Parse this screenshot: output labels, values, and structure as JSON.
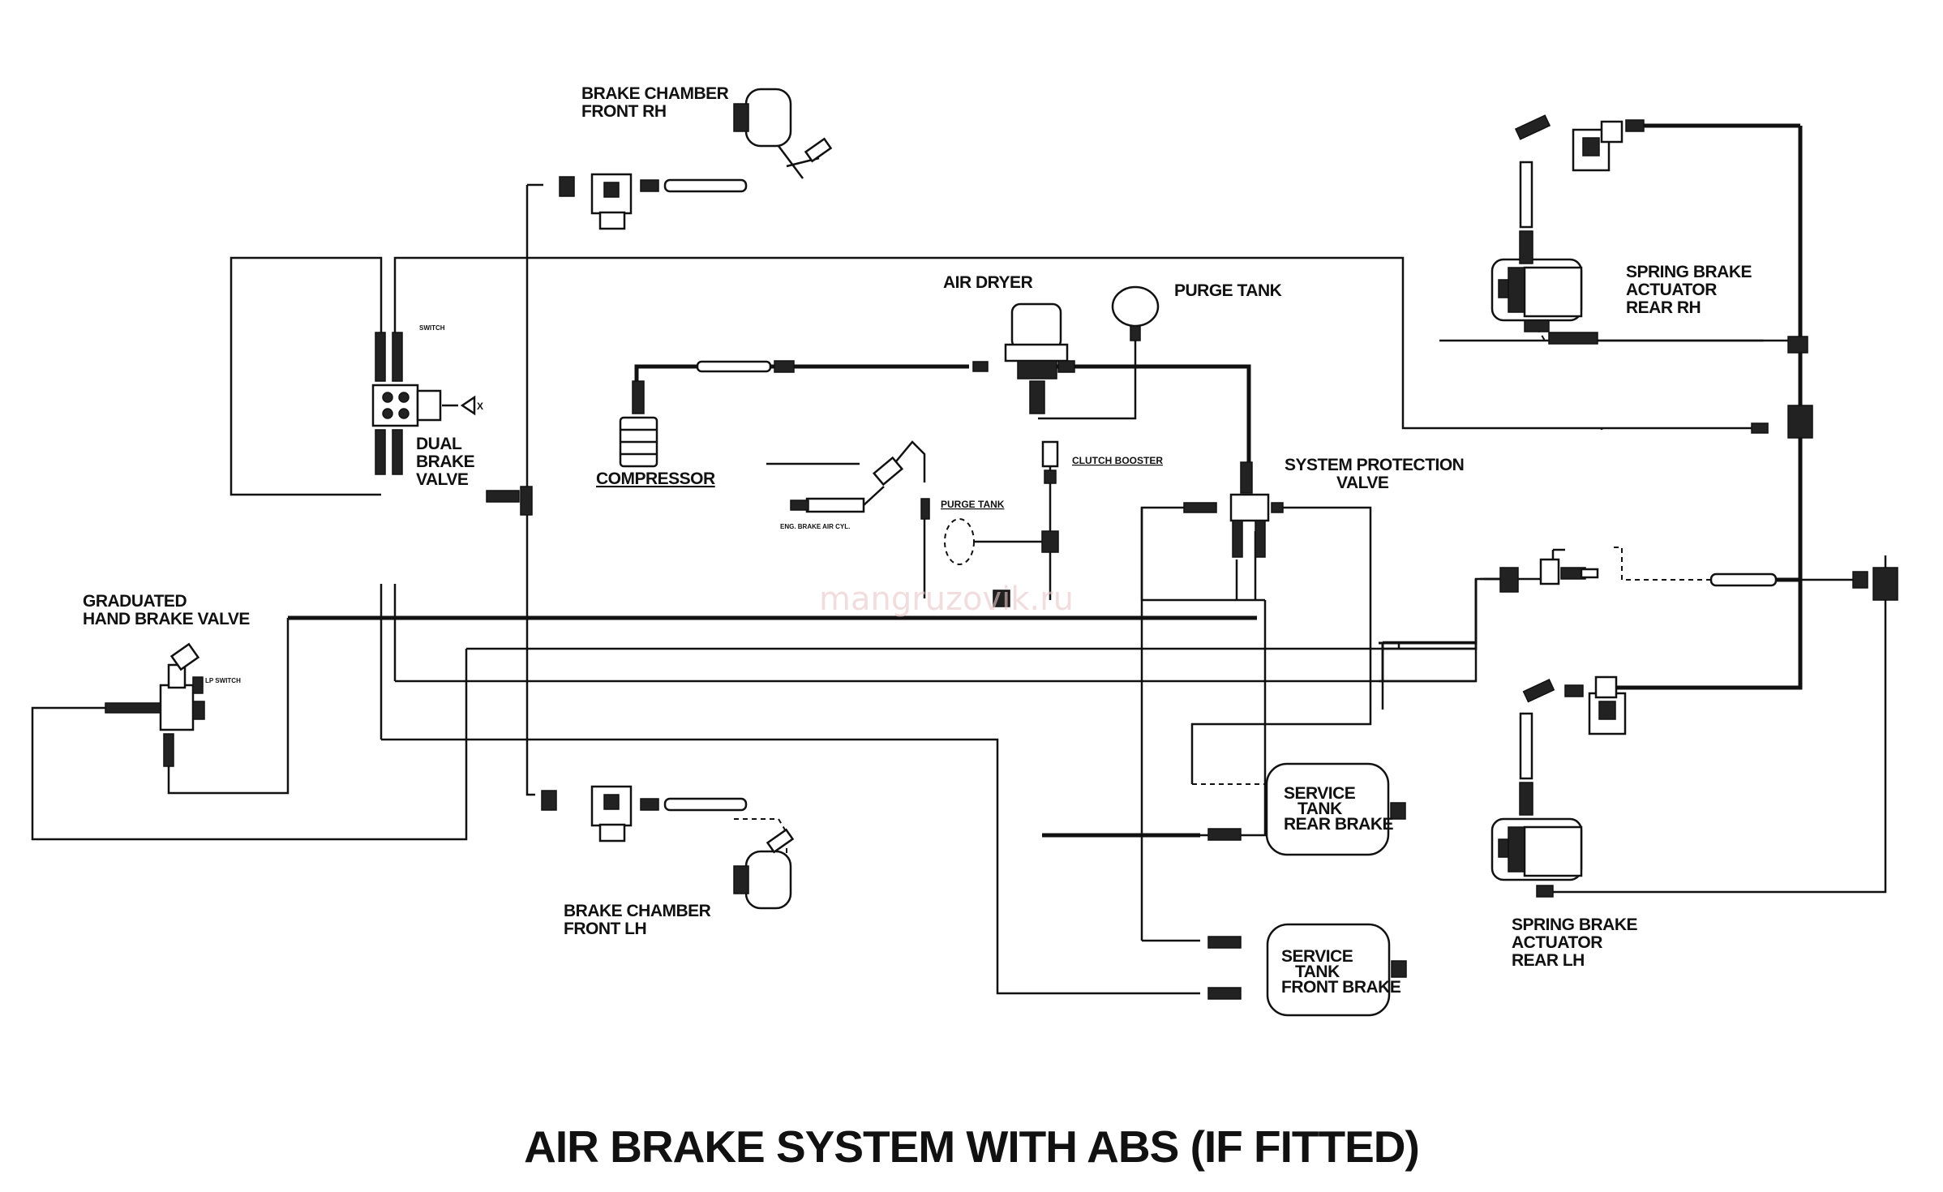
{
  "title": "AIR BRAKE SYSTEM WITH ABS (IF FITTED)",
  "watermark": "mangruzovik.ru",
  "labels": {
    "brake_chamber_front_rh": [
      "BRAKE CHAMBER",
      "FRONT RH"
    ],
    "brake_chamber_front_lh": [
      "BRAKE CHAMBER",
      "FRONT LH"
    ],
    "air_dryer": "AIR DRYER",
    "purge_tank": "PURGE TANK",
    "purge_tank_small": "PURGE TANK",
    "compressor": "COMPRESSOR",
    "dual_brake_valve": [
      "DUAL",
      "BRAKE",
      "VALVE"
    ],
    "system_protection_valve": [
      "SYSTEM PROTECTION",
      "VALVE"
    ],
    "clutch_booster": "CLUTCH BOOSTER",
    "engine_brake_air_cyl": "ENG. BRAKE AIR CYL.",
    "graduated_hand_brake_valve": [
      "GRADUATED",
      "HAND BRAKE VALVE"
    ],
    "lp_switch": "LP SWITCH",
    "spring_brake_rear_rh": [
      "SPRING BRAKE",
      "ACTUATOR",
      "REAR RH"
    ],
    "spring_brake_rear_lh": [
      "SPRING BRAKE",
      "ACTUATOR",
      "REAR LH"
    ],
    "service_tank_rear": [
      "SERVICE",
      "TANK",
      "REAR BRAKE"
    ],
    "service_tank_front": [
      "SERVICE",
      "TANK",
      "FRONT BRAKE"
    ],
    "switch_small": "SWITCH",
    "x_mark": "X"
  },
  "colors": {
    "line": "#111111",
    "background": "#ffffff",
    "watermark": "#e8c8c8"
  }
}
